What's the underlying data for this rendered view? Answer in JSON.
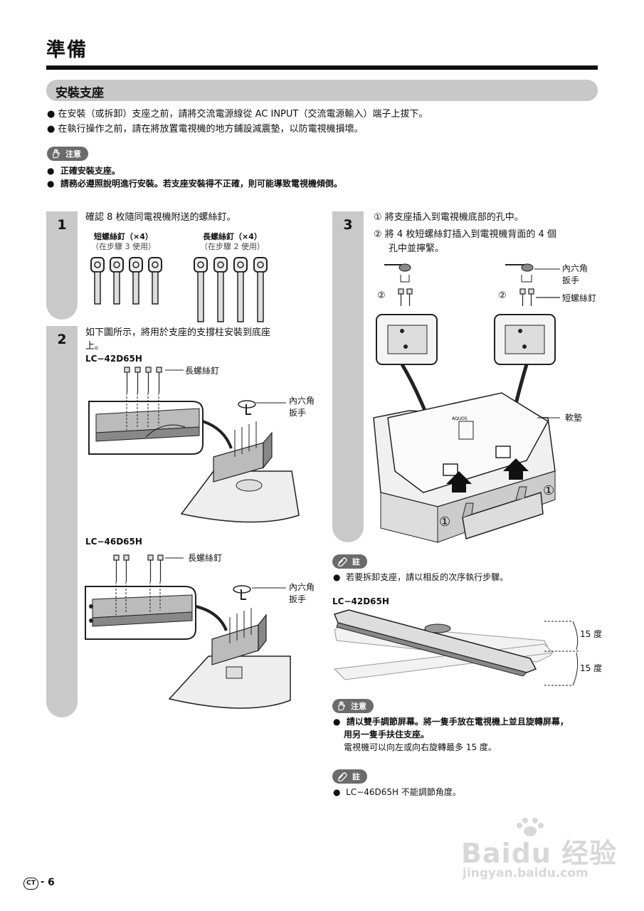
{
  "header": {
    "title": "準備"
  },
  "section": {
    "title": "安裝支座"
  },
  "intro_bullets": [
    "在安裝（或拆卸）支座之前，請將交流電源線從 AC INPUT（交流電源輸入）端子上拔下。",
    "在執行操作之前，請在將放置電視機的地方鋪設減震墊，以防電視機損壞。"
  ],
  "caution1": {
    "label": "注意",
    "items": [
      "正確安裝支座。",
      "請務必遵照說明進行安裝。若支座安裝得不正確，則可能導致電視機傾倒。"
    ]
  },
  "step1": {
    "number": "1",
    "text": "確認 8 枚隨同電視機附送的螺絲釘。",
    "short_title": "短螺絲釘（×4）",
    "short_note": "（在步驟 3 使用）",
    "long_title": "長螺絲釘（×4）",
    "long_note": "（在步驟 2 使用）"
  },
  "step2": {
    "number": "2",
    "text_line1": "如下圖所示，將用於支座的支撐柱安裝到底座",
    "text_line2": "上。",
    "model_a": "LC−42D65H",
    "model_b": "LC−46D65H",
    "callout_long_screw": "長螺絲釘",
    "callout_wrench_line1": "內六角",
    "callout_wrench_line2": "扳手"
  },
  "step3": {
    "number": "3",
    "item1_marker": "①",
    "item1": "將支座插入到電視機底部的孔中。",
    "item2_marker": "②",
    "item2_line1": "將 4 枚短螺絲釘插入到電視機背面的 4 個",
    "item2_line2": "孔中並擰緊。",
    "callout_wrench_line1": "內六角",
    "callout_wrench_line2": "扳手",
    "callout_short_screw": "短螺絲釘",
    "callout_pad": "軟墊",
    "marker2": "②",
    "marker1": "①",
    "brand": "AQUOS"
  },
  "note1": {
    "label": "註",
    "text": "若要拆卸支座，請以相反的次序執行步驟。"
  },
  "rotation": {
    "model": "LC−42D65H",
    "angle_up": "15 度",
    "angle_down": "15 度"
  },
  "caution2": {
    "label": "注意",
    "bold_line1": "請以雙手調節屏幕。將一隻手放在電視機上並且旋轉屏幕，",
    "bold_line2": "用另一隻手扶住支座。",
    "text": "電視機可以向左或向右旋轉最多 15 度。"
  },
  "note2": {
    "label": "註",
    "text": "LC−46D65H 不能調節角度。"
  },
  "footer": {
    "lang_badge": "CT",
    "page_sep": "-",
    "page_number": "6"
  },
  "watermark": {
    "logo": "Baidu 经验",
    "url": "jingyan.baidu.com"
  },
  "colors": {
    "section_bar": "#c8c8c8",
    "step_band": "#c9c9c9",
    "pill": "#6b6b6b",
    "rule": "#111111"
  }
}
